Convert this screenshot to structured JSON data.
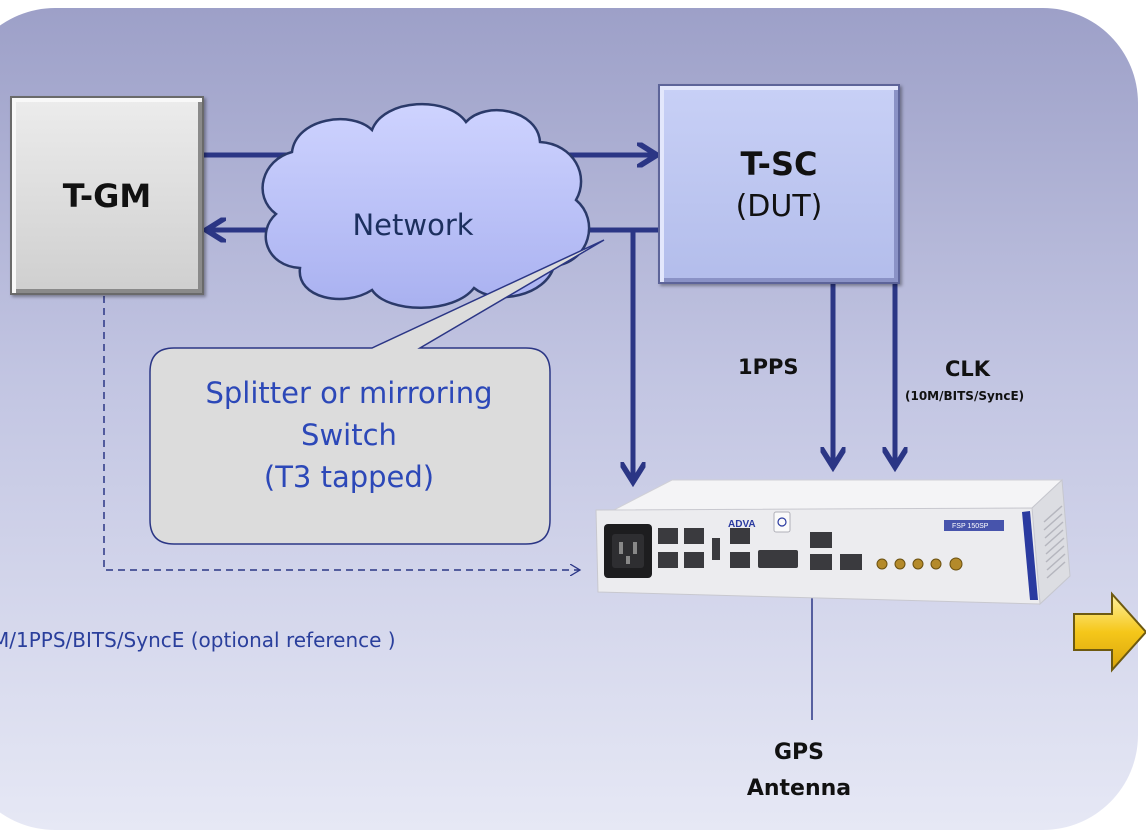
{
  "nodes": {
    "tgm": {
      "title": "T-GM"
    },
    "tsc": {
      "title": "T-SC",
      "subtitle": "(DUT)"
    },
    "network": {
      "label": "Network"
    },
    "splitter": {
      "lines": [
        "Splitter or mirroring",
        "Switch",
        "(T3 tapped)"
      ]
    },
    "device": {
      "brand": "ADVA",
      "model": "FSP 150SP"
    }
  },
  "labels": {
    "pps": "1PPS",
    "clk": "CLK",
    "clk_sub": "(10M/BITS/SyncE)",
    "reference": "M/1PPS/BITS/SyncE (optional reference )",
    "gps_line1": "GPS",
    "gps_line2": "Antenna"
  },
  "colors": {
    "arrow": "#2b3685",
    "panel": "#c2c5e2",
    "tsc_fill": "#c1caf4",
    "tgm_fill": "#dedede",
    "callout_fill": "#dcdcdc",
    "callout_text": "#2c48b8",
    "output_arrow": "#f5c71a"
  }
}
